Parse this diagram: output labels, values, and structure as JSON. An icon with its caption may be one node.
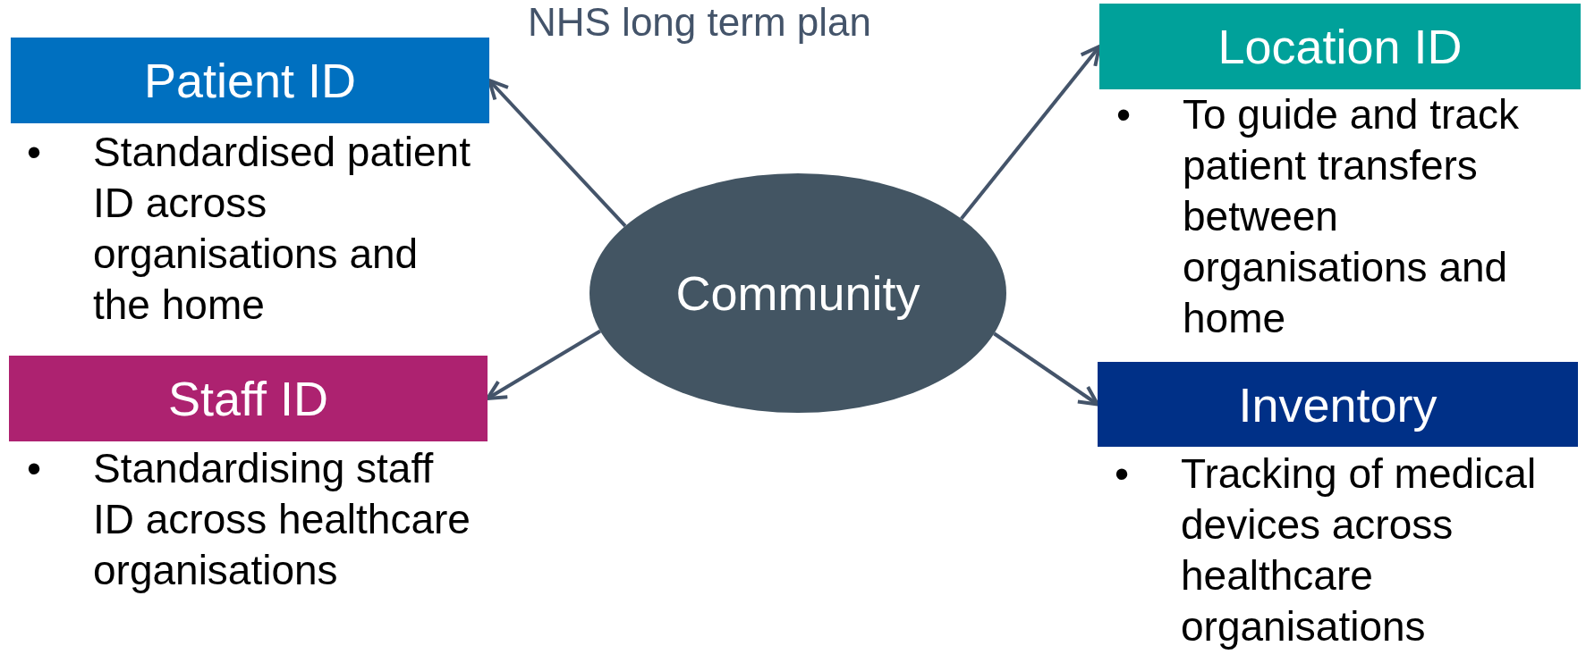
{
  "diagram": {
    "title": "NHS long term plan",
    "nodes": [
      {
        "text": [
          "Patient ID"
        ],
        "beside": [
          "•",
          "Standardised patient ID across organisations and the home"
        ]
      },
      {
        "text": [
          "Location ID"
        ],
        "beside": [
          "•",
          "To guide and track patient transfers between organisations and home"
        ]
      },
      {
        "text": [
          "Community"
        ]
      },
      {
        "text": [
          "Staff ID"
        ],
        "beside": [
          "•",
          "Standardising staff ID across healthcare organisations"
        ]
      },
      {
        "text": [
          "Inventory"
        ],
        "beside": [
          "•",
          "Tracking of medical devices across healthcare organisations"
        ]
      }
    ],
    "edges": [
      {
        "from": 2,
        "to": 0,
        "arrow": "to"
      },
      {
        "from": 2,
        "to": 1,
        "arrow": "to"
      },
      {
        "from": 2,
        "to": 3,
        "arrow": "to"
      },
      {
        "from": 2,
        "to": 4,
        "arrow": "to"
      }
    ]
  }
}
